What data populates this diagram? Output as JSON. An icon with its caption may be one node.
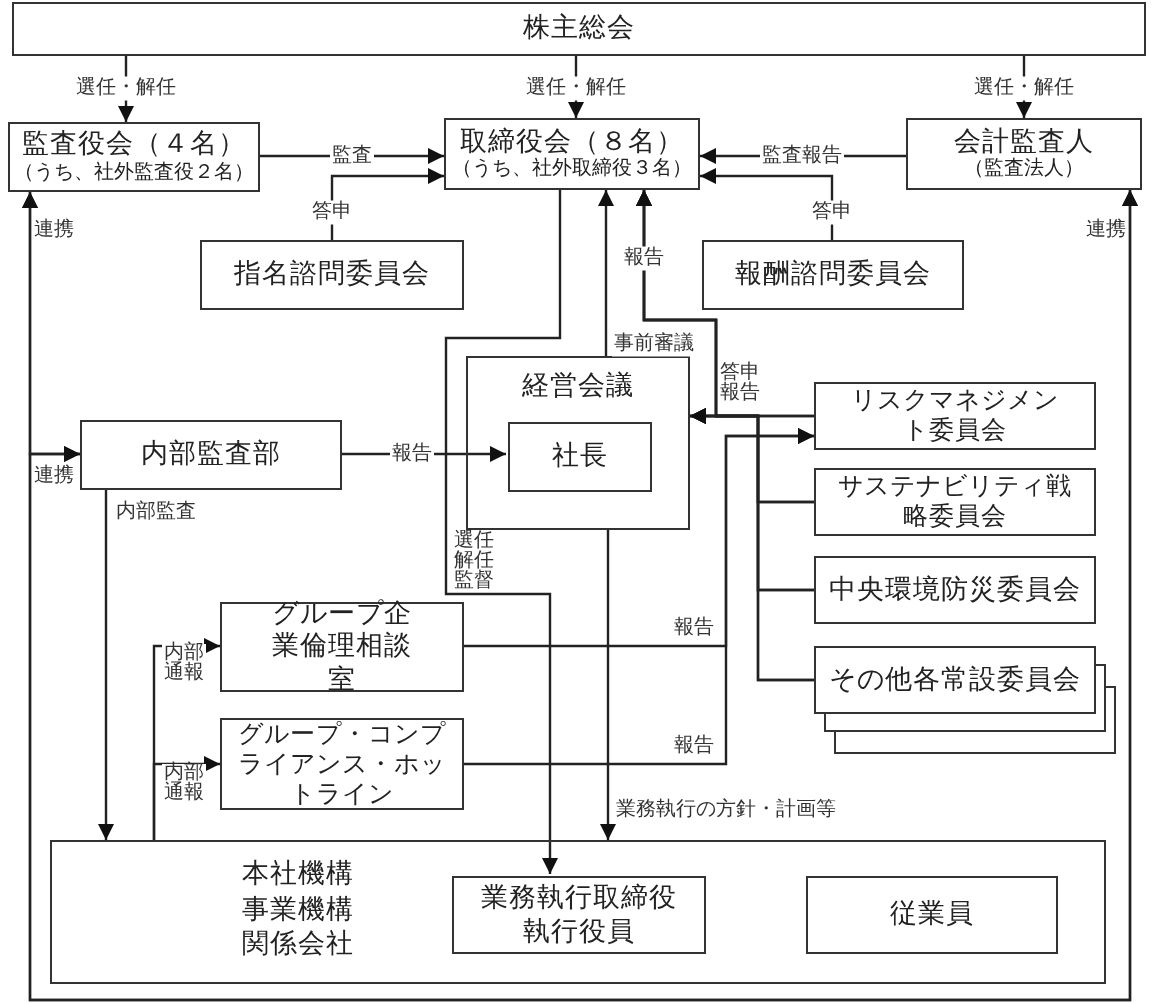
{
  "diagram": {
    "nodes": [
      {
        "text": [
          "株主総会"
        ]
      },
      {
        "text": [
          "監査役会（４名）",
          "（うち、社外監査役２名）"
        ]
      },
      {
        "text": [
          "取締役会（８名）",
          "（うち、社外取締役３名）"
        ]
      },
      {
        "text": [
          "会計監査人",
          "（監査法人）"
        ]
      },
      {
        "text": [
          "指名諮問委員会"
        ]
      },
      {
        "text": [
          "報酬諮問委員会"
        ]
      },
      {
        "text": [
          "経営会議"
        ]
      },
      {
        "text": [
          "社長"
        ],
        "in": 6
      },
      {
        "text": [
          "内部監査部"
        ]
      },
      {
        "text": [
          "リスクマネジメント委員会"
        ]
      },
      {
        "text": [
          "サステナビリティ戦略委員会"
        ]
      },
      {
        "text": [
          "中央環境防災委員会"
        ]
      },
      {
        "text": [
          "その他各常設委員会"
        ]
      },
      {
        "text": [
          "グループ企業倫理相談室"
        ]
      },
      {
        "text": [
          "グループ・コンプライアンス・ホットライン"
        ]
      },
      {
        "text": [
          "本社機構",
          "事業機構",
          "関係会社"
        ]
      },
      {
        "text": [
          "業務執行取締役",
          "執行役員"
        ],
        "in": 15
      },
      {
        "text": [
          "従業員"
        ],
        "in": 15
      }
    ],
    "edges": [
      {
        "from": 0,
        "to": 1,
        "arrow": "to",
        "label": "選任・解任"
      },
      {
        "from": 0,
        "to": 2,
        "arrow": "to",
        "label": "選任・解任"
      },
      {
        "from": 0,
        "to": 3,
        "arrow": "to",
        "label": "選任・解任"
      },
      {
        "from": 1,
        "to": 2,
        "arrow": "to",
        "label": "監査"
      },
      {
        "from": 4,
        "to": 2,
        "arrow": "to",
        "label": "答申"
      },
      {
        "from": 3,
        "to": 2,
        "arrow": "to",
        "label": "監査報告"
      },
      {
        "from": 5,
        "to": 2,
        "arrow": "to",
        "label": "答申"
      },
      {
        "from": 6,
        "to": 2,
        "arrow": "to",
        "label": "事前審議"
      },
      {
        "from": 9,
        "to": 2,
        "arrow": "to",
        "label": "報告"
      },
      {
        "from": 10,
        "to": 2,
        "arrow": "to"
      },
      {
        "from": 11,
        "to": 2,
        "arrow": "to"
      },
      {
        "from": 12,
        "to": 2,
        "arrow": "to"
      },
      {
        "from": 9,
        "to": 6,
        "arrow": "to",
        "label": "答申報告"
      },
      {
        "from": 10,
        "to": 6,
        "arrow": "to"
      },
      {
        "from": 11,
        "to": 6,
        "arrow": "to"
      },
      {
        "from": 12,
        "to": 6,
        "arrow": "to"
      },
      {
        "from": 8,
        "to": 7,
        "arrow": "to",
        "label": "報告"
      },
      {
        "from": 2,
        "to": 16,
        "arrow": "to",
        "label": "選任解任監督"
      },
      {
        "from": 6,
        "to": 15,
        "arrow": "to",
        "label": "業務執行の方針・計画等"
      },
      {
        "from": 8,
        "to": 15,
        "arrow": "to",
        "label": "内部監査"
      },
      {
        "from": 15,
        "to": 13,
        "arrow": "to",
        "label": "内部通報"
      },
      {
        "from": 15,
        "to": 14,
        "arrow": "to",
        "label": "内部通報"
      },
      {
        "from": 13,
        "to": 9,
        "arrow": "to",
        "label": "報告"
      },
      {
        "from": 14,
        "to": 9,
        "arrow": "to",
        "label": "報告"
      },
      {
        "from": 1,
        "to": 8,
        "arrow": "both",
        "label": "連携"
      },
      {
        "from": 3,
        "to": 8,
        "arrow": "both",
        "label": "連携"
      },
      {
        "from": 1,
        "to": 3,
        "arrow": "both",
        "label": "連携"
      }
    ]
  }
}
